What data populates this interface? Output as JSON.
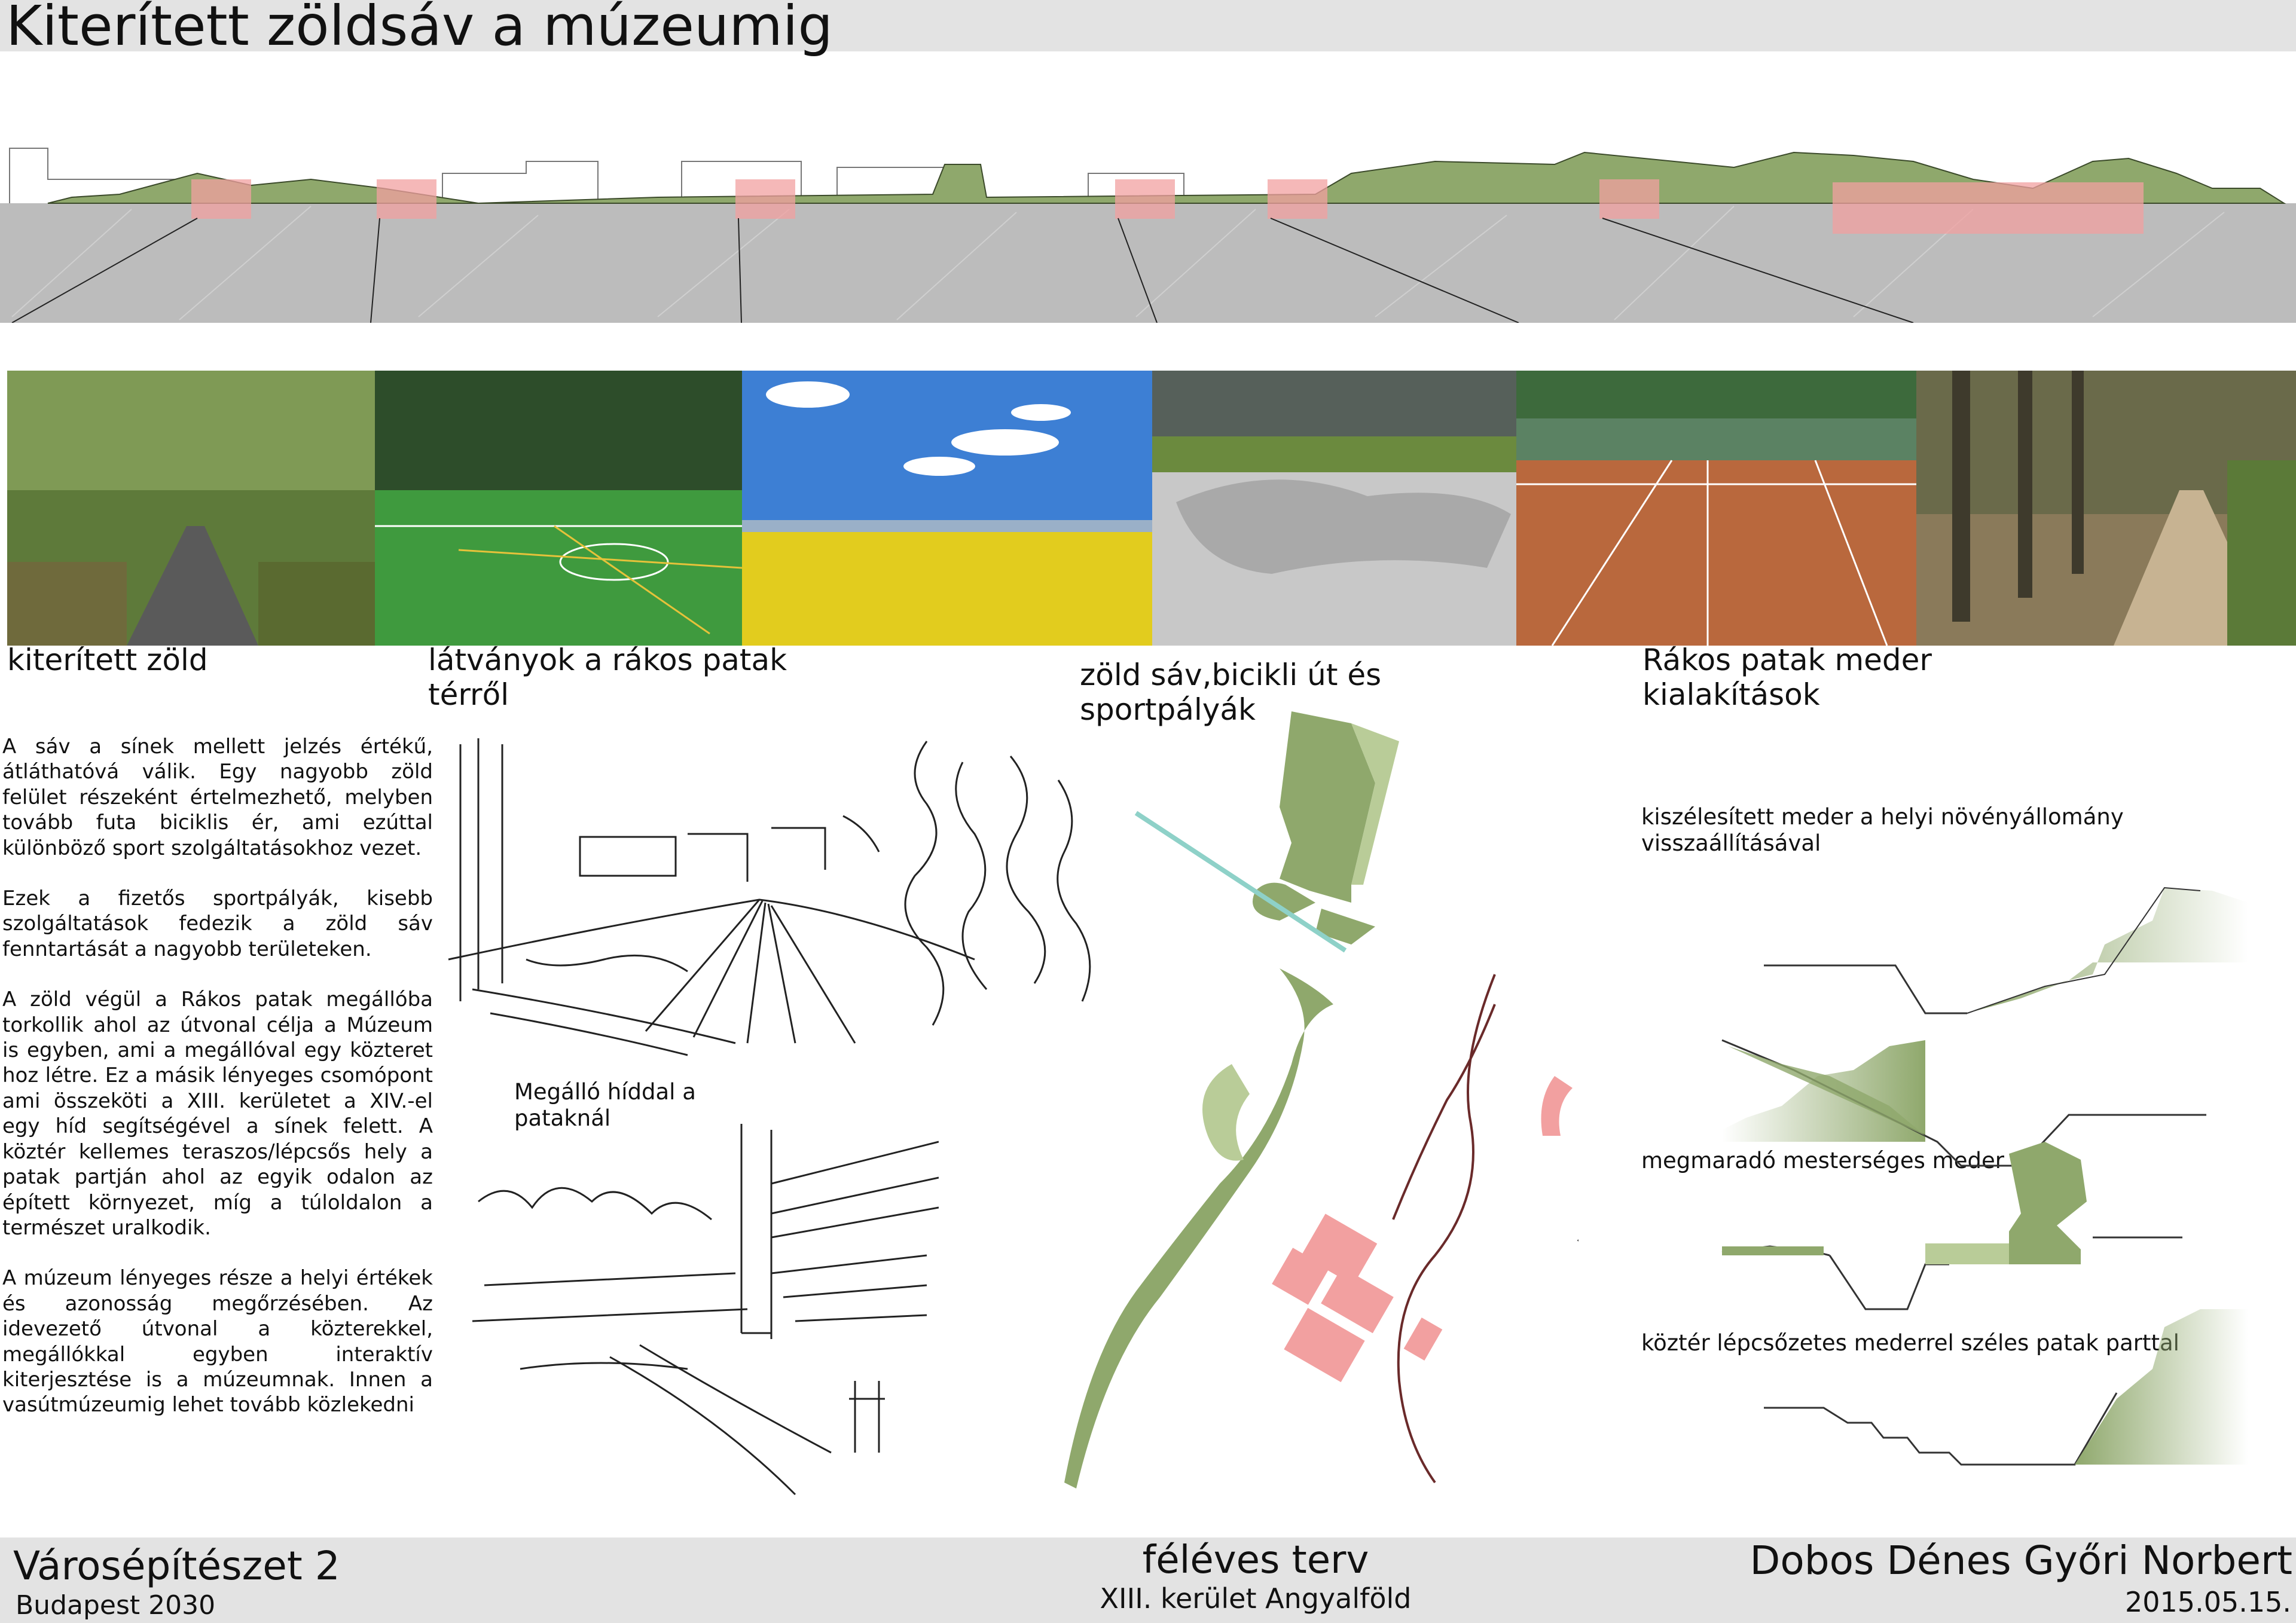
{
  "title": "Kiterített zöldsáv a múzeumig",
  "captions": {
    "c1": "kiterített zöld",
    "c2": "látványok a rákos patak térről",
    "c3": "zöld sáv,bicikli út és sportpályák",
    "c4": "Rákos patak meder kialakítások"
  },
  "body": {
    "p1": "A sáv  a sínek mellett jelzés értékű, átláthatóvá válik. Egy nagyobb zöld felület részeként értelmezhető, melyben tovább futa biciklis ér, ami ezúttal különböző sport szolgáltatásokhoz vezet.",
    "p2": "Ezek a fizetős sportpályák, kisebb szolgáltatások fedezik a zöld sáv fenntartását a nagyobb területeken.",
    "p3": "A zöld végül a Rákos patak megállóba torkollik ahol az útvonal célja a Múzeum is egyben, ami a megállóval egy közteret hoz létre. Ez a másik lényeges csomópont ami összeköti a XIII. kerületet a XIV.-el egy híd segítségével a sínek felett. A köztér kellemes teraszos/lépcsős hely a patak partján ahol az egyik odalon az épített környezet, míg a túloldalon a természet uralkodik.",
    "p4": "A múzeum lényeges része a helyi értékek és azonosság megőrzésében. Az idevezető útvonal a közterekkel, megállókkal egyben interaktív kiterjesztése is a múzeumnak. Innen a vasútmúzeumig lehet tovább közlekedni"
  },
  "sketch_label": "Megálló híddal a pataknál",
  "section_labels": {
    "s1": "kiszélesített meder a helyi növényállomány visszaállításával",
    "s2": "megmaradó mesterséges meder",
    "s3": "köztér lépcsőzetes mederrel széles patak parttal"
  },
  "footer": {
    "course": "Városépítészet 2",
    "subtitle": "Budapest 2030",
    "center_title": "féléves terv",
    "center_sub": "XIII. kerület Angyalföld",
    "authors": "Dobos Dénes  Győri Norbert",
    "date": "2015.05.15."
  },
  "colors": {
    "green": "#8fa86c",
    "light_green": "#b9cc98",
    "highlight": "#f2a0a0",
    "rail_gray": "#b8b8b8",
    "bar_gray": "#e3e3e3"
  }
}
